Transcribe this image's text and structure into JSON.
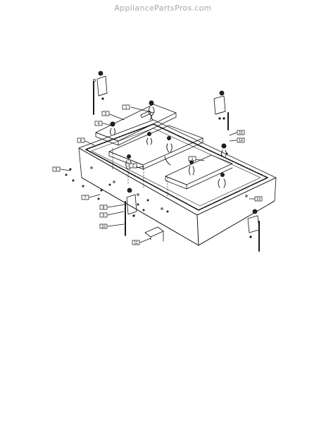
{
  "watermark": "AppliancePartsPros.com",
  "callouts": [
    "1",
    "2",
    "3",
    "4",
    "5",
    "6",
    "7",
    "8",
    "9",
    "10",
    "11",
    "12",
    "13",
    "14",
    "15"
  ]
}
